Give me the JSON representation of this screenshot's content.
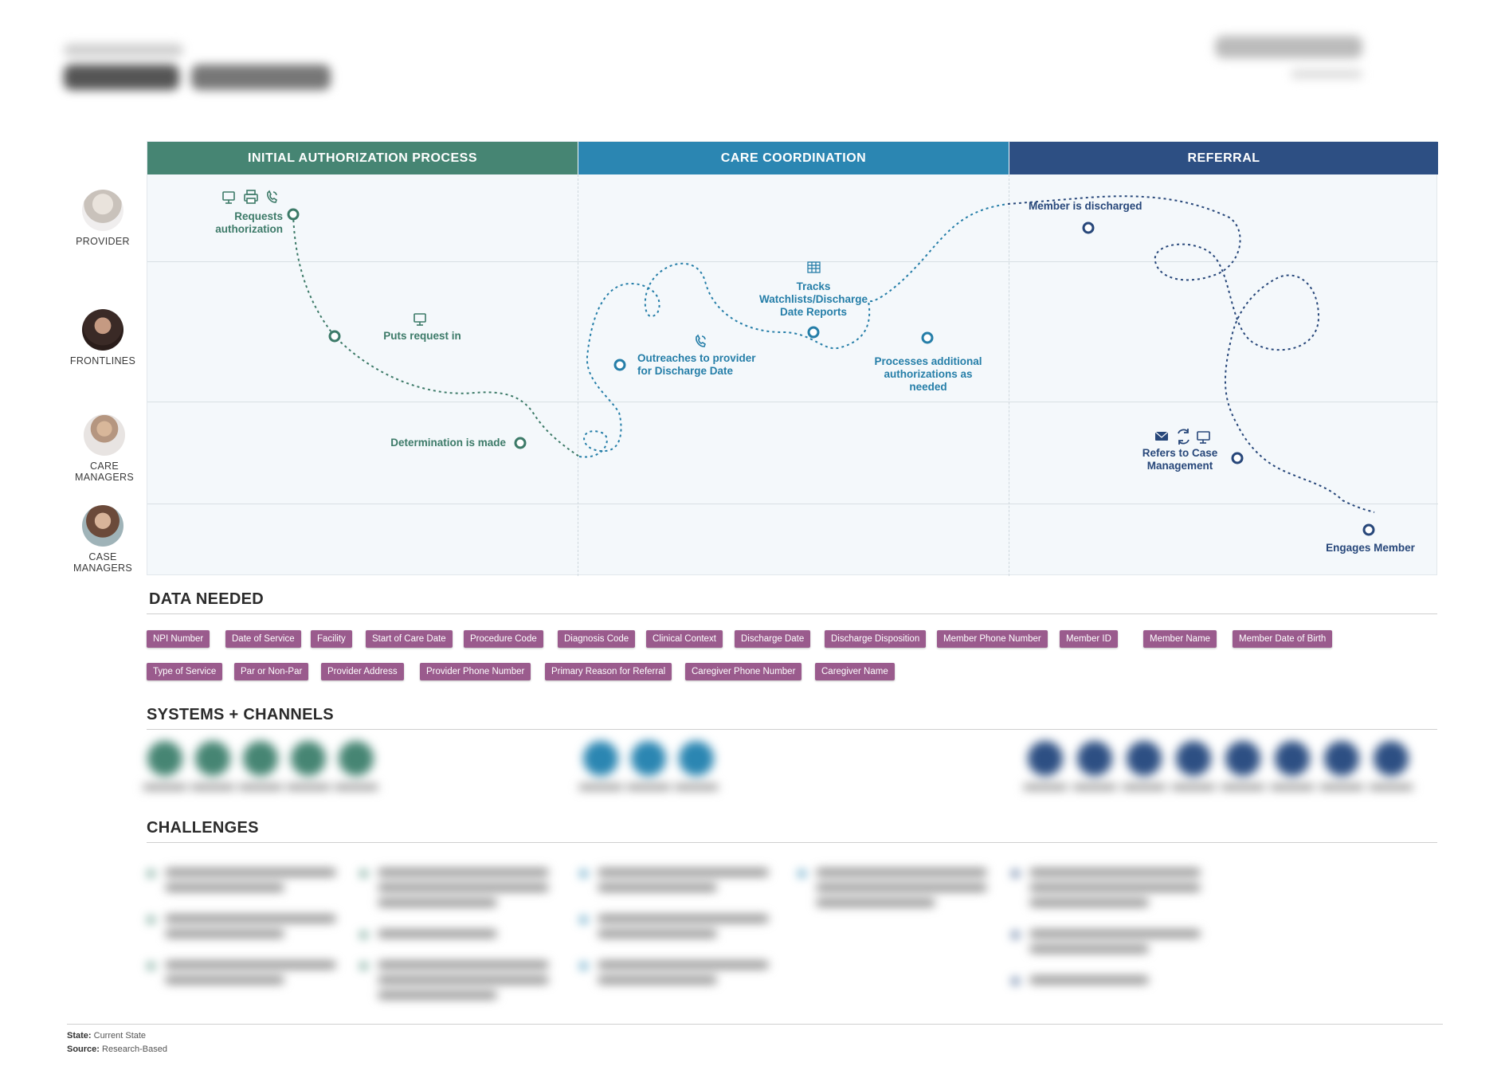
{
  "phases": [
    "INITIAL AUTHORIZATION PROCESS",
    "CARE COORDINATION",
    "REFERRAL"
  ],
  "personas": [
    {
      "line1": "PROVIDER",
      "line2": ""
    },
    {
      "line1": "FRONTLINES",
      "line2": ""
    },
    {
      "line1": "CARE",
      "line2": "MANAGERS"
    },
    {
      "line1": "CASE",
      "line2": "MANAGERS"
    }
  ],
  "steps": [
    {
      "line1": "Requests",
      "line2": "authorization",
      "line3": "",
      "icons": [
        "monitor-icon",
        "printer-icon",
        "phone-icon"
      ]
    },
    {
      "line1": "Puts request in",
      "line2": "",
      "line3": "",
      "icons": [
        "monitor-icon"
      ]
    },
    {
      "line1": "Determination is made",
      "line2": "",
      "line3": "",
      "icons": []
    },
    {
      "line1": "Outreaches to provider",
      "line2": "for Discharge Date",
      "line3": "",
      "icons": [
        "phone-icon"
      ]
    },
    {
      "line1": "Tracks",
      "line2": "Watchlists/Discharge",
      "line3": "Date Reports",
      "icons": [
        "spreadsheet-icon"
      ]
    },
    {
      "line1": "Processes additional",
      "line2": "authorizations as",
      "line3": "needed",
      "icons": []
    },
    {
      "line1": "Member is discharged",
      "line2": "",
      "line3": "",
      "icons": []
    },
    {
      "line1": "Refers to Case",
      "line2": "Management",
      "line3": "",
      "icons": [
        "envelope-icon",
        "sync-icon",
        "monitor-icon"
      ]
    },
    {
      "line1": "Engages Member",
      "line2": "",
      "line3": "",
      "icons": []
    }
  ],
  "data_needed": {
    "title": "DATA NEEDED",
    "row1": [
      "NPI Number",
      "Date of Service",
      "Facility",
      "Start of Care Date",
      "Procedure Code",
      "Diagnosis Code",
      "Clinical Context",
      "Discharge Date",
      "Discharge Disposition",
      "Member Phone Number",
      "Member ID",
      "Member Name",
      "Member Date of Birth"
    ],
    "row2": [
      "Type of Service",
      "Par or Non-Par",
      "Provider Address",
      "Provider Phone Number",
      "Primary Reason for Referral",
      "Caregiver Phone Number",
      "Caregiver Name"
    ]
  },
  "systems": {
    "title": "SYSTEMS + CHANNELS"
  },
  "challenges": {
    "title": "CHALLENGES"
  },
  "footer": {
    "state_label": "State:",
    "state_value": "Current State",
    "source_label": "Source:",
    "source_value": "Research-Based"
  },
  "colors": {
    "green": "#468573",
    "teal": "#2b86b2",
    "navy": "#2d4f83",
    "tag": "#9a5b8d"
  }
}
